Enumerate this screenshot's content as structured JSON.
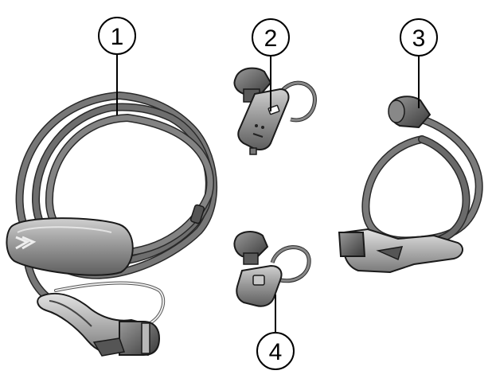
{
  "callouts": [
    {
      "id": "1",
      "label": "1"
    },
    {
      "id": "2",
      "label": "2"
    },
    {
      "id": "3",
      "label": "3"
    },
    {
      "id": "4",
      "label": "4"
    }
  ],
  "colors": {
    "cable": "#6c6c6c",
    "cable_dark": "#3d3d3d",
    "body": "#8e8e8e",
    "body_light": "#c4c4c4",
    "outline": "#1a1a1a",
    "background": "#ffffff"
  },
  "icons": [
    "ev-charging-cable-icon",
    "wall-plug-adapter-icon",
    "industrial-plug-cable-icon",
    "adapter-with-cable-icon"
  ]
}
